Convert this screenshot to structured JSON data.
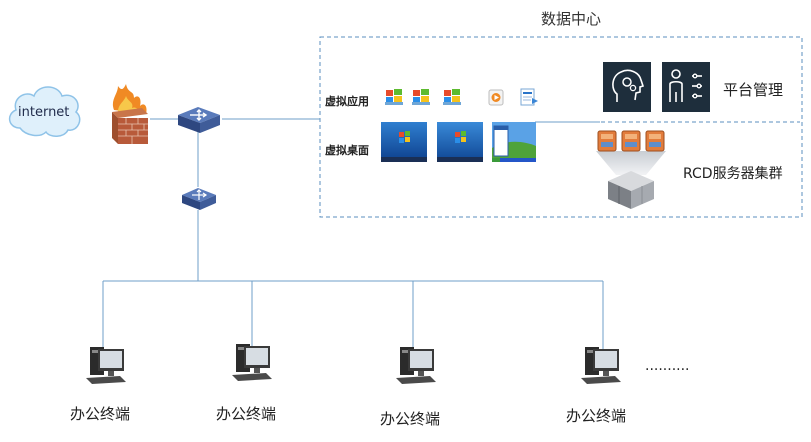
{
  "internet_label": "internet",
  "datacenter": {
    "title": "数据中心",
    "virtual_apps_label": "虚拟应用",
    "virtual_desktops_label": "虚拟桌面",
    "platform_label": "平台管理",
    "cluster_label": "RCD服务器集群"
  },
  "terminals": [
    {
      "label": "办公终端"
    },
    {
      "label": "办公终端"
    },
    {
      "label": "办公终端"
    },
    {
      "label": "办公终端"
    }
  ],
  "ellipsis": "..........",
  "icons": {
    "cloud": "cloud-icon",
    "firewall": "firewall-icon",
    "core_switch": "network-switch-icon",
    "access_switch": "network-switch-icon",
    "app_icons": [
      "windows-app-icon",
      "windows-app-icon",
      "windows-app-icon",
      "media-player-icon",
      "document-icon"
    ],
    "desktop_icons": [
      "windows7-desktop-icon",
      "windows7-desktop-icon",
      "windowsxp-desktop-icon"
    ],
    "platform_icons": [
      "brain-gear-icon",
      "person-settings-icon"
    ],
    "server_cluster": "server-cluster-icon",
    "terminal": "desktop-computer-icon"
  },
  "colors": {
    "wire": "#6f9fc8",
    "datacenter_border": "#5b8fbf",
    "cloud_fill": "#dff0fb",
    "cloud_stroke": "#8fc3e8",
    "switch_fill": "#3f5c99",
    "platform_tile": "#1e2e3c",
    "server_tile": "#e27c3c"
  }
}
